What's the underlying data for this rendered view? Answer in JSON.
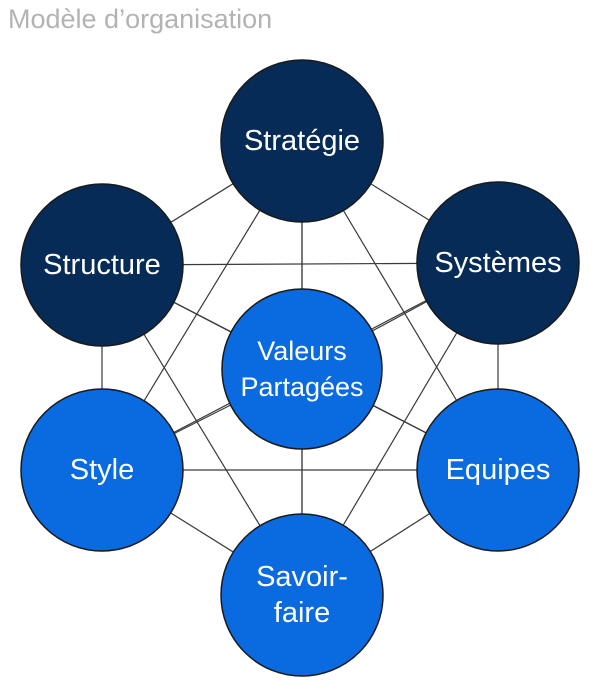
{
  "title": "Modèle d’organisation",
  "colors": {
    "hard_node": "#062b57",
    "soft_node": "#0a6ae0",
    "connector": "#3a3a3a",
    "title": "#b3b3b3",
    "label": "#ffffff"
  },
  "nodes": [
    {
      "id": "strategie",
      "lines": [
        "Stratégie"
      ],
      "kind": "hard"
    },
    {
      "id": "structure",
      "lines": [
        "Structure"
      ],
      "kind": "hard"
    },
    {
      "id": "systemes",
      "lines": [
        "Systèmes"
      ],
      "kind": "hard"
    },
    {
      "id": "valeurs",
      "lines": [
        "Valeurs",
        "Partagées"
      ],
      "kind": "soft"
    },
    {
      "id": "style",
      "lines": [
        "Style"
      ],
      "kind": "soft"
    },
    {
      "id": "equipes",
      "lines": [
        "Equipes"
      ],
      "kind": "soft"
    },
    {
      "id": "savoir-faire",
      "lines": [
        "Savoir-",
        "faire"
      ],
      "kind": "soft"
    }
  ],
  "connections": "all-to-all"
}
